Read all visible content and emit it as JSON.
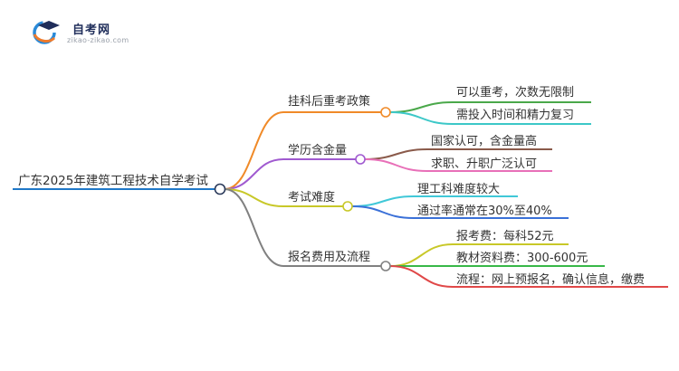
{
  "logo": {
    "title": "自考网",
    "url": "zikao-zikao.com",
    "colors": {
      "orange": "#f07a2a",
      "blue": "#2a8ad8",
      "navy": "#1f2d5a"
    }
  },
  "root": {
    "label": "广东2025年建筑工程技术自学考试",
    "color": "#1f78c8"
  },
  "branches": [
    {
      "label": "挂科后重考政策",
      "color": "#f08a28",
      "children": [
        {
          "label": "可以重考，次数无限制",
          "color": "#4aa84a"
        },
        {
          "label": "需投入时间和精力复习",
          "color": "#3cc8c8"
        }
      ]
    },
    {
      "label": "学历含金量",
      "color": "#a05ad0",
      "children": [
        {
          "label": "国家认可，含金量高",
          "color": "#8a5a4a"
        },
        {
          "label": "求职、升职广泛认可",
          "color": "#e870b8"
        }
      ]
    },
    {
      "label": "考试难度",
      "color": "#c8c828",
      "children": [
        {
          "label": "理工科难度较大",
          "color": "#40c8d8"
        },
        {
          "label": "通过率通常在30%至40%",
          "color": "#3a70d8"
        }
      ]
    },
    {
      "label": "报名费用及流程",
      "color": "#808080",
      "children": [
        {
          "label": "报考费：每科52元",
          "color": "#c8c828"
        },
        {
          "label": "教材资料费：300-600元",
          "color": "#38b848"
        },
        {
          "label": "流程：网上预报名，确认信息，缴费",
          "color": "#e04848"
        }
      ]
    }
  ]
}
